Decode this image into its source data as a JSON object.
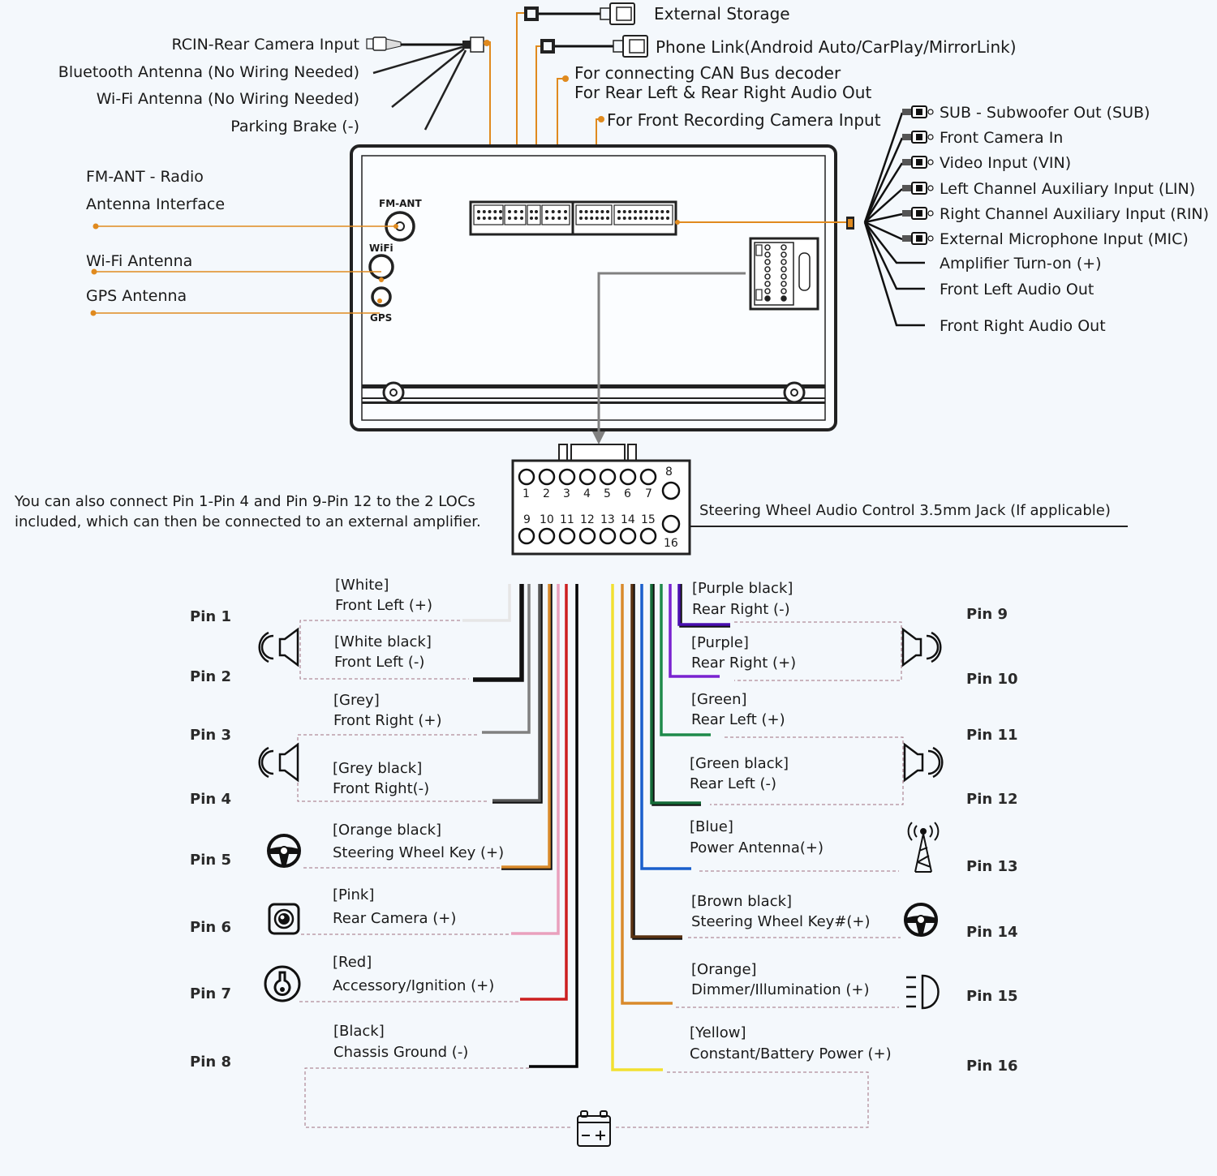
{
  "top_cables": {
    "external_storage": "External Storage",
    "phone_link": "Phone Link(Android Auto/CarPlay/MirrorLink)",
    "can_bus": "For connecting CAN Bus decoder",
    "rear_audio": "For Rear Left & Rear Right Audio Out",
    "front_camera": "For Front Recording Camera Input"
  },
  "left_cables": {
    "rcin": "RCIN-Rear Camera Input",
    "bluetooth": "Bluetooth Antenna (No Wiring Needed)",
    "wifi": "Wi-Fi Antenna (No Wiring Needed)",
    "parking": "Parking Brake (-)"
  },
  "antennas": {
    "fm_line1": "FM-ANT - Radio",
    "fm_line2": "Antenna Interface",
    "wifi": "Wi-Fi Antenna",
    "gps": "GPS Antenna",
    "port_fm": "FM-ANT",
    "port_wifi": "WiFi",
    "port_gps": "GPS"
  },
  "right_cables": [
    "SUB - Subwoofer Out (SUB)",
    "Front Camera In",
    "Video Input (VIN)",
    "Left Channel Auxiliary Input (LIN)",
    "Right Channel Auxiliary Input (RIN)",
    "External Microphone Input (MIC)",
    "Amplifier Turn-on (+)",
    "Front Left Audio Out",
    "Front Right Audio Out"
  ],
  "connector": {
    "top_numbers": [
      "1",
      "2",
      "3",
      "4",
      "5",
      "6",
      "7"
    ],
    "bottom_numbers": [
      "9",
      "10",
      "11",
      "12",
      "13",
      "14",
      "15"
    ],
    "pin8": "8",
    "pin16": "16"
  },
  "notes": {
    "loc_line1": "You can also connect Pin 1-Pin 4 and Pin 9-Pin 12 to the 2 LOCs",
    "loc_line2": "included, which can then be connected to an external amplifier.",
    "steering_jack": "Steering Wheel Audio Control 3.5mm Jack (If applicable)"
  },
  "left_pins": [
    {
      "pin": "Pin 1",
      "color_name": "[White]",
      "function": "Front Left (+)",
      "color": "#e6e6e6"
    },
    {
      "pin": "Pin 2",
      "color_name": "[White black]",
      "function": "Front Left (-)",
      "color": "#111111"
    },
    {
      "pin": "Pin 3",
      "color_name": "[Grey]",
      "function": "Front Right (+)",
      "color": "#808080"
    },
    {
      "pin": "Pin 4",
      "color_name": "[Grey black]",
      "function": "Front Right(-)",
      "color": "#555555"
    },
    {
      "pin": "Pin 5",
      "color_name": "[Orange black]",
      "function": "Steering Wheel Key (+)",
      "color": "#d98a2b"
    },
    {
      "pin": "Pin 6",
      "color_name": "[Pink]",
      "function": "Rear Camera (+)",
      "color": "#e9a0bd"
    },
    {
      "pin": "Pin 7",
      "color_name": "[Red]",
      "function": "Accessory/Ignition (+)",
      "color": "#cc1f1f"
    },
    {
      "pin": "Pin 8",
      "color_name": "[Black]",
      "function": "Chassis Ground (-)",
      "color": "#000000"
    }
  ],
  "right_pins": [
    {
      "pin": "Pin 9",
      "color_name": "[Purple black]",
      "function": "Rear Right (-)",
      "color": "#4a0fb0"
    },
    {
      "pin": "Pin 10",
      "color_name": "[Purple]",
      "function": "Rear Right (+)",
      "color": "#7a22d0"
    },
    {
      "pin": "Pin 11",
      "color_name": "[Green]",
      "function": "Rear Left (+)",
      "color": "#1e8a4a"
    },
    {
      "pin": "Pin 12",
      "color_name": "[Green black]",
      "function": "Rear Left (-)",
      "color": "#156b38"
    },
    {
      "pin": "Pin 13",
      "color_name": "[Blue]",
      "function": "Power Antenna(+)",
      "color": "#1a5fcc"
    },
    {
      "pin": "Pin 14",
      "color_name": "[Brown black]",
      "function": "Steering Wheel Key#(+)",
      "color": "#5a3212"
    },
    {
      "pin": "Pin 15",
      "color_name": "[Orange]",
      "function": "Dimmer/Illumination (+)",
      "color": "#d98a2b"
    },
    {
      "pin": "Pin 16",
      "color_name": "[Yellow]",
      "function": "Constant/Battery Power (+)",
      "color": "#f2e030"
    }
  ],
  "colors": {
    "accent_orange": "#e08a1e",
    "background": "#f4f8fc",
    "dashed_box": "#a07080"
  }
}
